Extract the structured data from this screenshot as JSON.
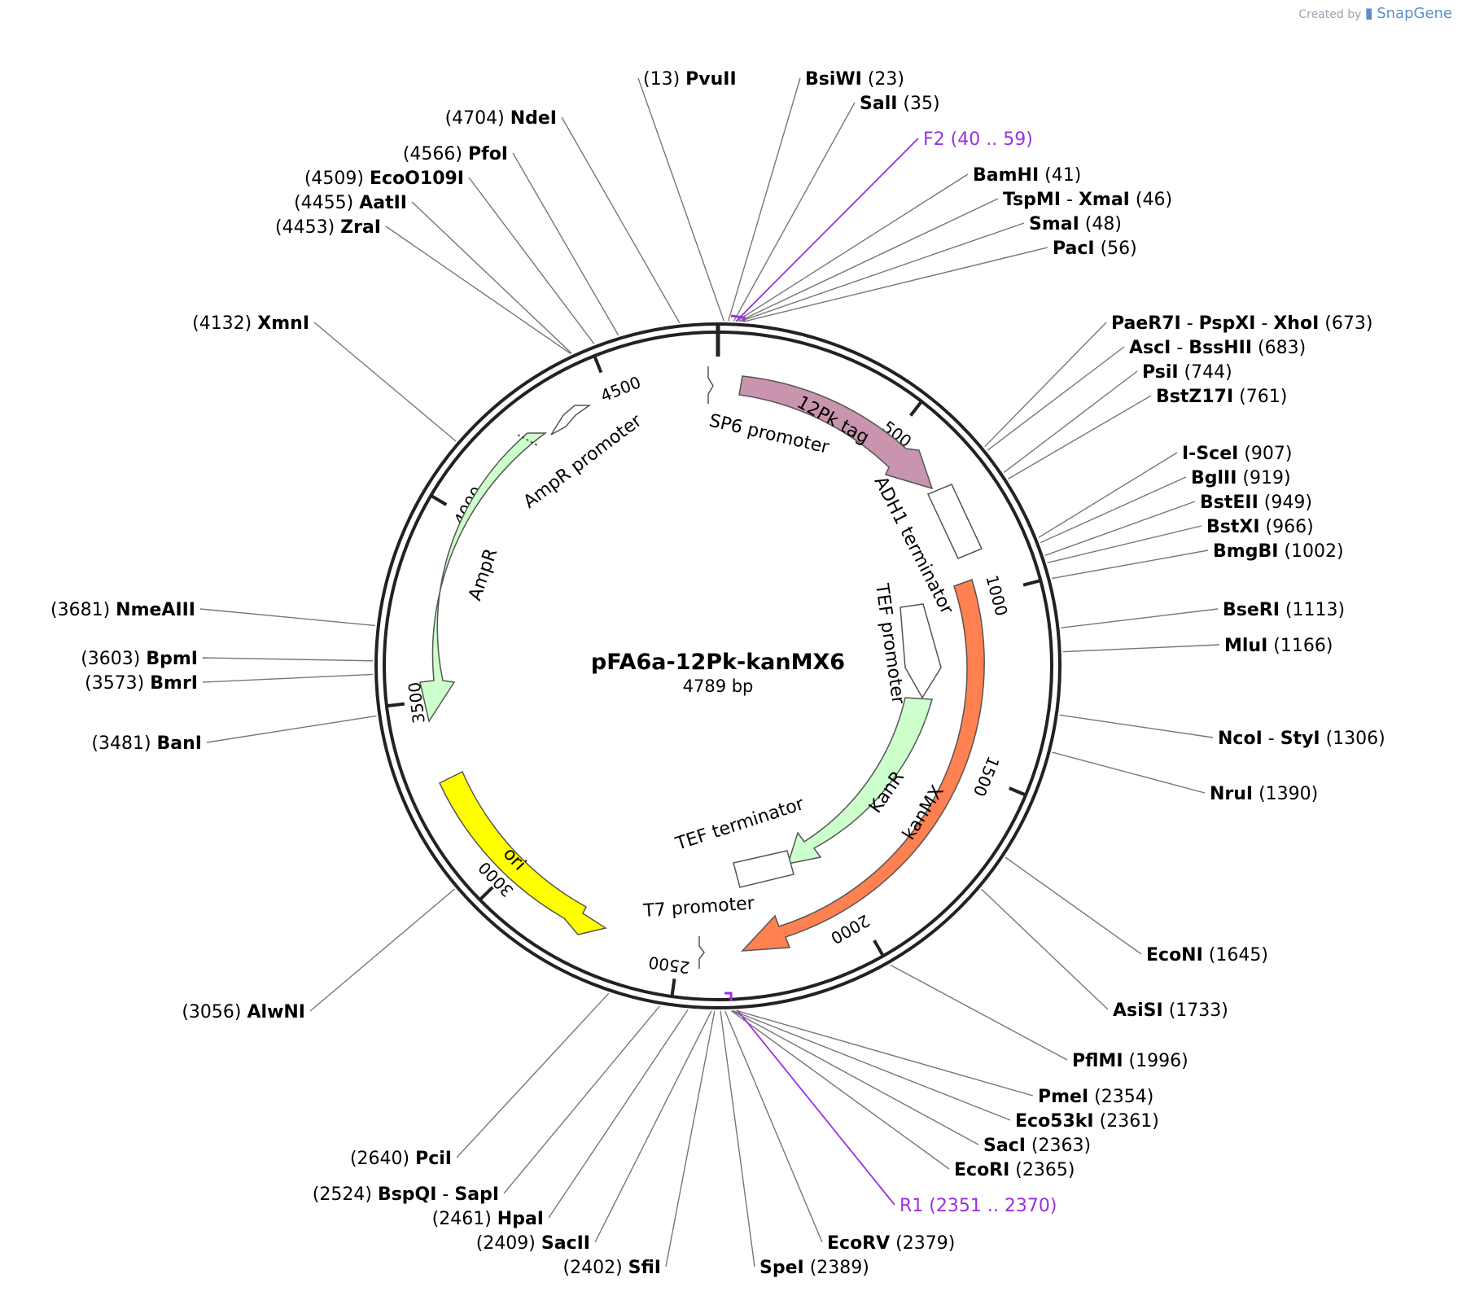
{
  "credit": {
    "prefix": "Created by",
    "brand": "SnapGene"
  },
  "plasmid": {
    "name": "pFA6a-12Pk-kanMX6",
    "length_label": "4789 bp",
    "length": 4789
  },
  "ticks": [
    500,
    1000,
    1500,
    2000,
    2500,
    3000,
    3500,
    4000,
    4500
  ],
  "features": [
    {
      "name": "SP6 promoter",
      "kind": "promoter",
      "color": "#ffffff"
    },
    {
      "name": "12Pk tag",
      "kind": "arrow",
      "color": "#c994ad"
    },
    {
      "name": "ADH1 terminator",
      "kind": "box",
      "color": "#ffffff"
    },
    {
      "name": "kanMX",
      "kind": "arrow",
      "color": "#ff8050"
    },
    {
      "name": "TEF promoter",
      "kind": "arrow-open",
      "color": "#ffffff"
    },
    {
      "name": "KanR",
      "kind": "arrow",
      "color": "#ccffcc"
    },
    {
      "name": "TEF terminator",
      "kind": "box",
      "color": "#ffffff"
    },
    {
      "name": "T7 promoter",
      "kind": "promoter",
      "color": "#ffffff"
    },
    {
      "name": "ori",
      "kind": "arrow",
      "color": "#ffff00"
    },
    {
      "name": "AmpR",
      "kind": "arrow",
      "color": "#ccffcc"
    },
    {
      "name": "AmpR promoter",
      "kind": "arrow-open",
      "color": "#ffffff"
    }
  ],
  "sites": [
    {
      "names": [
        "PvuII"
      ],
      "pos": "13",
      "side": "left"
    },
    {
      "names": [
        "BsiWI"
      ],
      "pos": "23",
      "side": "right"
    },
    {
      "names": [
        "SalI"
      ],
      "pos": "35",
      "side": "right"
    },
    {
      "names": [
        "F2"
      ],
      "pos": "40 .. 59",
      "side": "right",
      "primer": true
    },
    {
      "names": [
        "BamHI"
      ],
      "pos": "41",
      "side": "right"
    },
    {
      "names": [
        "TspMI",
        "XmaI"
      ],
      "pos": "46",
      "side": "right"
    },
    {
      "names": [
        "SmaI"
      ],
      "pos": "48",
      "side": "right"
    },
    {
      "names": [
        "PacI"
      ],
      "pos": "56",
      "side": "right"
    },
    {
      "names": [
        "PaeR7I",
        "PspXI",
        "XhoI"
      ],
      "pos": "673",
      "side": "right"
    },
    {
      "names": [
        "AscI",
        "BssHII"
      ],
      "pos": "683",
      "side": "right"
    },
    {
      "names": [
        "PsiI"
      ],
      "pos": "744",
      "side": "right"
    },
    {
      "names": [
        "BstZ17I"
      ],
      "pos": "761",
      "side": "right"
    },
    {
      "names": [
        "I-SceI"
      ],
      "pos": "907",
      "side": "right"
    },
    {
      "names": [
        "BglII"
      ],
      "pos": "919",
      "side": "right"
    },
    {
      "names": [
        "BstEII"
      ],
      "pos": "949",
      "side": "right"
    },
    {
      "names": [
        "BstXI"
      ],
      "pos": "966",
      "side": "right"
    },
    {
      "names": [
        "BmgBI"
      ],
      "pos": "1002",
      "side": "right"
    },
    {
      "names": [
        "BseRI"
      ],
      "pos": "1113",
      "side": "right"
    },
    {
      "names": [
        "MluI"
      ],
      "pos": "1166",
      "side": "right"
    },
    {
      "names": [
        "NcoI",
        "StyI"
      ],
      "pos": "1306",
      "side": "right"
    },
    {
      "names": [
        "NruI"
      ],
      "pos": "1390",
      "side": "right"
    },
    {
      "names": [
        "EcoNI"
      ],
      "pos": "1645",
      "side": "right"
    },
    {
      "names": [
        "AsiSI"
      ],
      "pos": "1733",
      "side": "right"
    },
    {
      "names": [
        "PflMI"
      ],
      "pos": "1996",
      "side": "right"
    },
    {
      "names": [
        "PmeI"
      ],
      "pos": "2354",
      "side": "right"
    },
    {
      "names": [
        "Eco53kI"
      ],
      "pos": "2361",
      "side": "right"
    },
    {
      "names": [
        "SacI"
      ],
      "pos": "2363",
      "side": "right"
    },
    {
      "names": [
        "EcoRI"
      ],
      "pos": "2365",
      "side": "right"
    },
    {
      "names": [
        "R1"
      ],
      "pos": "2351 .. 2370",
      "side": "right",
      "primer": true
    },
    {
      "names": [
        "EcoRV"
      ],
      "pos": "2379",
      "side": "right"
    },
    {
      "names": [
        "SpeI"
      ],
      "pos": "2389",
      "side": "right"
    },
    {
      "names": [
        "SfiI"
      ],
      "pos": "2402",
      "side": "left"
    },
    {
      "names": [
        "SacII"
      ],
      "pos": "2409",
      "side": "left"
    },
    {
      "names": [
        "HpaI"
      ],
      "pos": "2461",
      "side": "left"
    },
    {
      "names": [
        "BspQI",
        "SapI"
      ],
      "pos": "2524",
      "side": "left"
    },
    {
      "names": [
        "PciI"
      ],
      "pos": "2640",
      "side": "left"
    },
    {
      "names": [
        "AlwNI"
      ],
      "pos": "3056",
      "side": "left"
    },
    {
      "names": [
        "BanI"
      ],
      "pos": "3481",
      "side": "left"
    },
    {
      "names": [
        "BmrI"
      ],
      "pos": "3573",
      "side": "left"
    },
    {
      "names": [
        "BpmI"
      ],
      "pos": "3603",
      "side": "left"
    },
    {
      "names": [
        "NmeAIII"
      ],
      "pos": "3681",
      "side": "left"
    },
    {
      "names": [
        "XmnI"
      ],
      "pos": "4132",
      "side": "left"
    },
    {
      "names": [
        "ZraI"
      ],
      "pos": "4453",
      "side": "left"
    },
    {
      "names": [
        "AatII"
      ],
      "pos": "4455",
      "side": "left"
    },
    {
      "names": [
        "EcoO109I"
      ],
      "pos": "4509",
      "side": "left"
    },
    {
      "names": [
        "PfoI"
      ],
      "pos": "4566",
      "side": "left"
    },
    {
      "names": [
        "NdeI"
      ],
      "pos": "4704",
      "side": "left"
    }
  ]
}
